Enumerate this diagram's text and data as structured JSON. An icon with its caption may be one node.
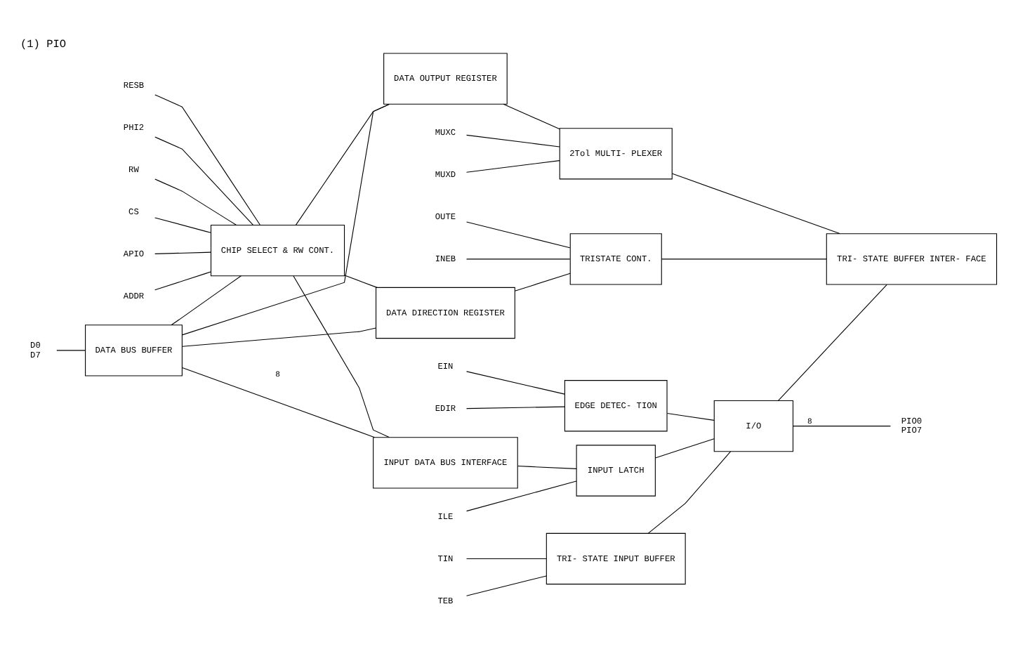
{
  "diagram": {
    "title": "(1) PIO",
    "nodes": [
      {
        "text": [
          "DATA BUS BUFFER"
        ]
      },
      {
        "text": [
          "INPUT DATA BUS INTERFACE"
        ]
      },
      {
        "text": [
          "INPUT LATCH"
        ]
      },
      {
        "text": [
          "TRI- STATE INPUT BUFFER"
        ]
      },
      {
        "text": [
          "EDGE DETEC- TION"
        ]
      },
      {
        "text": [
          "CHIP SELECT & RW CONT."
        ]
      },
      {
        "text": [
          "DATA OUTPUT REGISTER"
        ]
      },
      {
        "text": [
          "2Tol MULTI- PLEXER"
        ]
      },
      {
        "text": [
          "I/O"
        ]
      },
      {
        "text": [
          "DATA DIRECTION REGISTER"
        ]
      },
      {
        "text": [
          "TRISTATE CONT."
        ]
      },
      {
        "text": [
          "TRI- STATE BUFFER INTER- FACE"
        ]
      },
      {
        "text": [
          "D0",
          "D7"
        ]
      },
      {
        "text": [
          "RESB"
        ]
      },
      {
        "text": [
          "PHI2"
        ]
      },
      {
        "text": [
          "RW"
        ]
      },
      {
        "text": [
          "CS"
        ]
      },
      {
        "text": [
          "APIO"
        ]
      },
      {
        "text": [
          "ADDR"
        ]
      },
      {
        "text": [
          "MUXD"
        ]
      },
      {
        "text": [
          "MUXC"
        ]
      },
      {
        "text": [
          "OUTE"
        ]
      },
      {
        "text": [
          "INEB"
        ]
      },
      {
        "text": [
          "ILE"
        ]
      },
      {
        "text": [
          "TIN"
        ]
      },
      {
        "text": [
          "TEB"
        ]
      },
      {
        "text": [
          "EIN"
        ]
      },
      {
        "text": [
          "EDIR"
        ]
      },
      {
        "text": [
          "PIO0",
          "PIO7"
        ]
      }
    ],
    "edges": [
      {
        "from": 12,
        "to": 0,
        "arrow": "none"
      },
      {
        "from": 0,
        "to": 1,
        "arrow": "none",
        "label": "8"
      },
      {
        "from": 0,
        "to": 6,
        "arrow": "none"
      },
      {
        "from": 0,
        "to": 9,
        "arrow": "none"
      },
      {
        "from": 0,
        "to": 5,
        "arrow": "none"
      },
      {
        "from": 13,
        "to": 5,
        "arrow": "none"
      },
      {
        "from": 14,
        "to": 5,
        "arrow": "none"
      },
      {
        "from": 15,
        "to": 5,
        "arrow": "none"
      },
      {
        "from": 16,
        "to": 5,
        "arrow": "none"
      },
      {
        "from": 17,
        "to": 5,
        "arrow": "none"
      },
      {
        "from": 18,
        "to": 5,
        "arrow": "none"
      },
      {
        "from": 5,
        "to": 1,
        "arrow": "none"
      },
      {
        "from": 5,
        "to": 6,
        "arrow": "none"
      },
      {
        "from": 5,
        "to": 9,
        "arrow": "none"
      },
      {
        "from": 1,
        "to": 2,
        "arrow": "none"
      },
      {
        "from": 23,
        "to": 2,
        "arrow": "none"
      },
      {
        "from": 24,
        "to": 3,
        "arrow": "none"
      },
      {
        "from": 25,
        "to": 3,
        "arrow": "none"
      },
      {
        "from": 26,
        "to": 4,
        "arrow": "none"
      },
      {
        "from": 27,
        "to": 4,
        "arrow": "none"
      },
      {
        "from": 2,
        "to": 8,
        "arrow": "none"
      },
      {
        "from": 3,
        "to": 8,
        "arrow": "none"
      },
      {
        "from": 4,
        "to": 8,
        "arrow": "none"
      },
      {
        "from": 6,
        "to": 7,
        "arrow": "none"
      },
      {
        "from": 19,
        "to": 7,
        "arrow": "none"
      },
      {
        "from": 20,
        "to": 7,
        "arrow": "none"
      },
      {
        "from": 7,
        "to": 11,
        "arrow": "none"
      },
      {
        "from": 8,
        "to": 11,
        "arrow": "none"
      },
      {
        "from": 8,
        "to": 28,
        "arrow": "none",
        "label": "8"
      },
      {
        "from": 9,
        "to": 10,
        "arrow": "none"
      },
      {
        "from": 10,
        "to": 11,
        "arrow": "none"
      },
      {
        "from": 21,
        "to": 10,
        "arrow": "none"
      },
      {
        "from": 22,
        "to": 10,
        "arrow": "none"
      }
    ]
  }
}
